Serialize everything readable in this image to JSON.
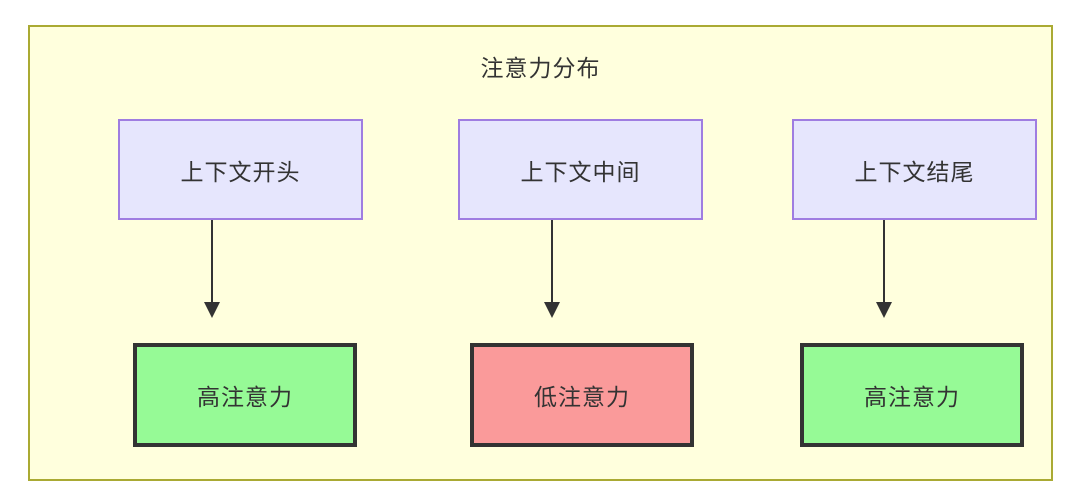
{
  "diagram": {
    "title": "注意力分布",
    "container": {
      "fill": "#ffffdd",
      "stroke": "#aaaa33"
    },
    "colors": {
      "source_fill": "#e6e6fd",
      "source_stroke": "#9f7de1",
      "high_fill": "#96fa96",
      "low_fill": "#fa9a9a",
      "outcome_stroke": "#333333",
      "text": "#333333",
      "arrow": "#333333"
    },
    "columns": [
      {
        "source": {
          "label": "上下文开头"
        },
        "outcome": {
          "label": "高注意力",
          "level": "high"
        },
        "edge": {
          "label": ""
        }
      },
      {
        "source": {
          "label": "上下文中间"
        },
        "outcome": {
          "label": "低注意力",
          "level": "low"
        },
        "edge": {
          "label": ""
        }
      },
      {
        "source": {
          "label": "上下文结尾"
        },
        "outcome": {
          "label": "高注意力",
          "level": "high"
        },
        "edge": {
          "label": ""
        }
      }
    ]
  }
}
